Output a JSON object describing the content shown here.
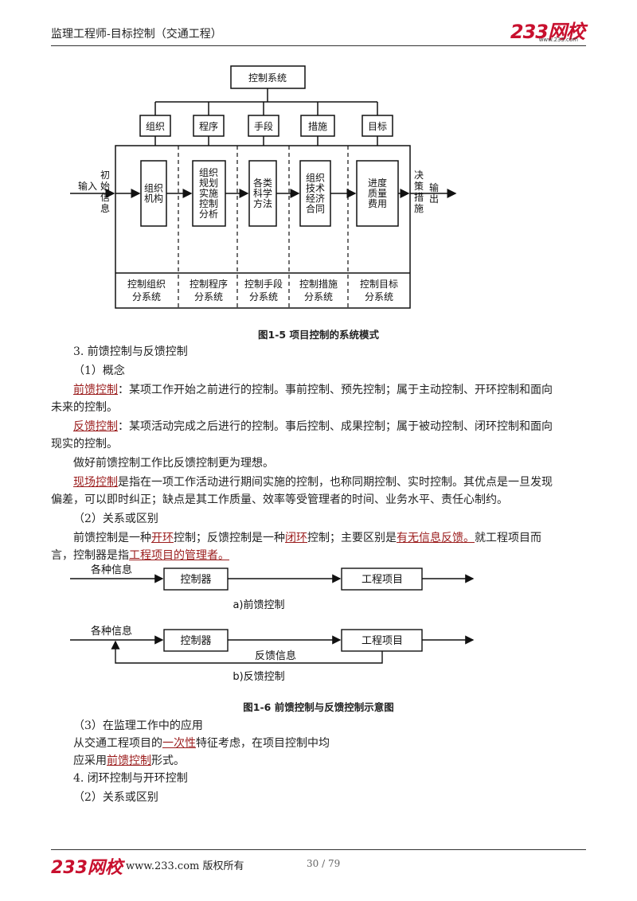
{
  "header": {
    "title": "监理工程师-目标控制（交通工程）",
    "logo": "233网校",
    "logo_url": "www.233.com"
  },
  "figure1": {
    "top_box": "控制系统",
    "categories": [
      "组织",
      "程序",
      "手段",
      "措施",
      "目标"
    ],
    "inner": [
      [
        "组织",
        "机构"
      ],
      [
        "组织",
        "规划",
        "实施",
        "控制",
        "分析"
      ],
      [
        "各类",
        "科学",
        "方法"
      ],
      [
        "组织",
        "技术",
        "经济",
        "合同"
      ],
      [
        "进度",
        "质量",
        "费用"
      ]
    ],
    "subsystems": [
      [
        "控制组织",
        "分系统"
      ],
      [
        "控制程序",
        "分系统"
      ],
      [
        "控制手段",
        "分系统"
      ],
      [
        "控制措施",
        "分系统"
      ],
      [
        "控制目标",
        "分系统"
      ]
    ],
    "left_input_label": "输入",
    "left_input_text": [
      "初",
      "始",
      "信",
      "息"
    ],
    "right_output_text": [
      "决",
      "策",
      "措",
      "施"
    ],
    "right_output_label": "输出",
    "caption": "图1-5   项目控制的系统模式"
  },
  "body1": {
    "s3": "3. 前馈控制与反馈控制",
    "s3_1": "（1）概念",
    "ff_term": "前馈控制",
    "ff_def_1": "：某项工作开始之前进行的控制。事前控制、预先控制；属于主动控制、开环控制和面向",
    "ff_def_2": "未来的控制。",
    "fb_term": "反馈控制",
    "fb_def_1": "：某项活动完成之后进行的控制。事后控制、成果控制；属于被动控制、闭环控制和面向",
    "fb_def_2": "现实的控制。",
    "ideal": "做好前馈控制工作比反馈控制更为理想。",
    "rt_term": "现场控制",
    "rt_def_1": "是指在一项工作活动进行期间实施的控制，也称同期控制、实时控制。其优点是一旦发现",
    "rt_def_2": "偏差，可以即时纠正；缺点是其工作质量、效率等受管理者的时间、业务水平、责任心制约。",
    "s3_2": "（2）关系或区别",
    "rel_a": "前馈控制是一种",
    "rel_open": "开环",
    "rel_b": "控制；反馈控制是一种",
    "rel_closed": "闭环",
    "rel_c": "控制；主要区别是",
    "rel_diff": "有无信息反馈。",
    "rel_d": "就工程项目而",
    "rel2_a": "言，控制器是指",
    "rel2_b": "工程项目的管理者。"
  },
  "figure2": {
    "info_label": "各种信息",
    "controller": "控制器",
    "project": "工程项目",
    "feedback_label": "反馈信息",
    "sub_a": "a)前馈控制",
    "sub_b": "b)反馈控制",
    "caption": "图1-6   前馈控制与反馈控制示意图"
  },
  "body2": {
    "s3_3": "（3）在监理工作中的应用",
    "app_a": "从交通工程项目的",
    "app_term": "一次性",
    "app_b": "特征考虑，在项目控制中均",
    "app2_a": "应采用",
    "app2_term": "前馈控制",
    "app2_b": "形式。",
    "s4": "4. 闭环控制与开环控制",
    "s4_2": "（2）关系或区别"
  },
  "footer": {
    "logo": "233网校",
    "text": "www.233.com 版权所有",
    "page": "30 / 79"
  }
}
